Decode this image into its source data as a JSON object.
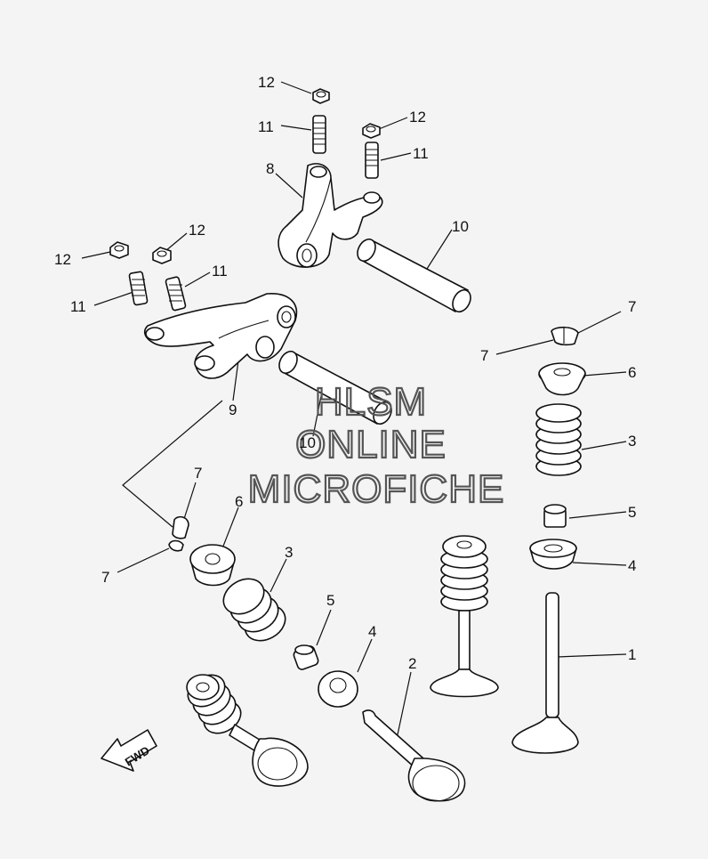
{
  "callouts": [
    {
      "id": "c12a",
      "label": "12"
    },
    {
      "id": "c11a",
      "label": "11"
    },
    {
      "id": "c12b",
      "label": "12"
    },
    {
      "id": "c11b",
      "label": "11"
    },
    {
      "id": "c8",
      "label": "8"
    },
    {
      "id": "c10a",
      "label": "10"
    },
    {
      "id": "c12c",
      "label": "12"
    },
    {
      "id": "c12d",
      "label": "12"
    },
    {
      "id": "c11c",
      "label": "11"
    },
    {
      "id": "c11d",
      "label": "11"
    },
    {
      "id": "c9",
      "label": "9"
    },
    {
      "id": "c10b",
      "label": "10"
    },
    {
      "id": "c7a",
      "label": "7"
    },
    {
      "id": "c7b",
      "label": "7"
    },
    {
      "id": "c6a",
      "label": "6"
    },
    {
      "id": "c3a",
      "label": "3"
    },
    {
      "id": "c5a",
      "label": "5"
    },
    {
      "id": "c4a",
      "label": "4"
    },
    {
      "id": "c7c",
      "label": "7"
    },
    {
      "id": "c6b",
      "label": "6"
    },
    {
      "id": "c7d",
      "label": "7"
    },
    {
      "id": "c3b",
      "label": "3"
    },
    {
      "id": "c5b",
      "label": "5"
    },
    {
      "id": "c4b",
      "label": "4"
    },
    {
      "id": "c1",
      "label": "1"
    },
    {
      "id": "c2",
      "label": "2"
    }
  ],
  "watermark": {
    "line1": "HLSM",
    "line2": "ONLINE",
    "line3": "MICROFICHE"
  },
  "fwd_label": "FWD"
}
